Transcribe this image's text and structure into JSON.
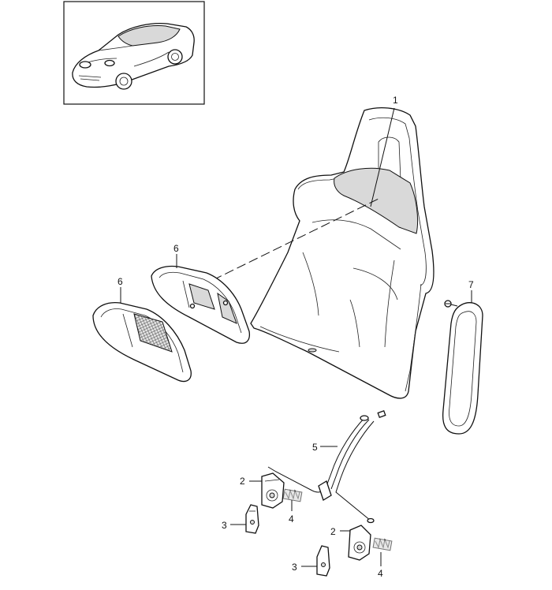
{
  "diagram": {
    "callouts": {
      "c1": "1",
      "c2a": "2",
      "c2b": "2",
      "c3a": "3",
      "c3b": "3",
      "c4a": "4",
      "c4b": "4",
      "c5": "5",
      "c6a": "6",
      "c6b": "6",
      "c7": "7"
    }
  }
}
